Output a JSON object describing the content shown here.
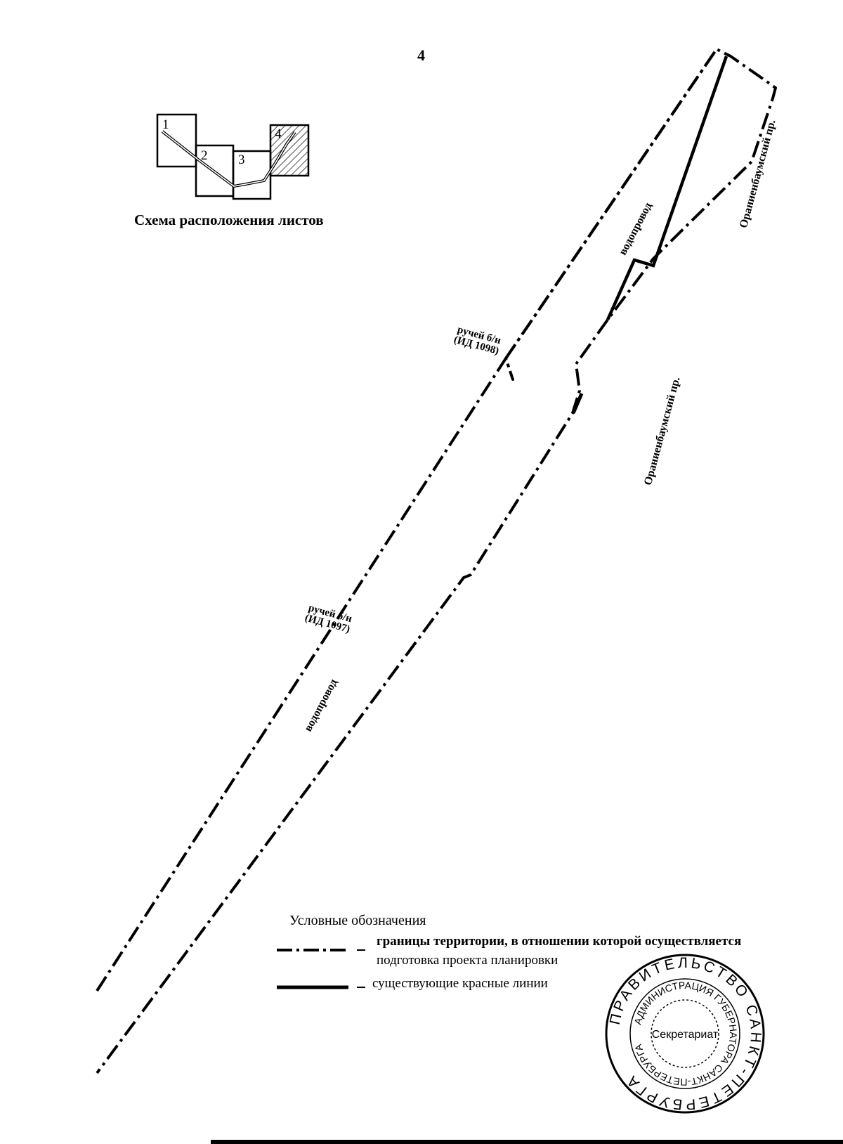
{
  "page_number": "4",
  "sheet_scheme": {
    "caption": "Схема расположения листов",
    "sheets": [
      "1",
      "2",
      "3",
      "4"
    ],
    "current_sheet": "4"
  },
  "map_labels": {
    "stream_1098": [
      "ручей б/н",
      "(ИД 1098)"
    ],
    "stream_1097": [
      "ручей б/н",
      "(ИД 1097)"
    ],
    "water_pipe_upper": "водопровод",
    "water_pipe_lower": "водопровод",
    "avenue_right": "Ораниенбаумский пр.",
    "avenue_center": "Ораниенбаумский пр."
  },
  "legend": {
    "title": "Условные обозначения",
    "items": [
      {
        "symbol": "dash-dot-line",
        "text_lines": [
          "границы территории, в отношении которой осуществляется",
          "подготовка проекта планировки"
        ]
      },
      {
        "symbol": "solid-line",
        "text_lines": [
          "существующие красные линии"
        ]
      }
    ]
  },
  "stamp": {
    "outer_text": "ПРАВИТЕЛЬСТВО САНКТ-ПЕТЕРБУРГА",
    "inner_text": "АДМИНИСТРАЦИЯ ГУБЕРНАТОРА САНКТ-ПЕТЕРБУРГА",
    "center_text": "Секретариат"
  }
}
